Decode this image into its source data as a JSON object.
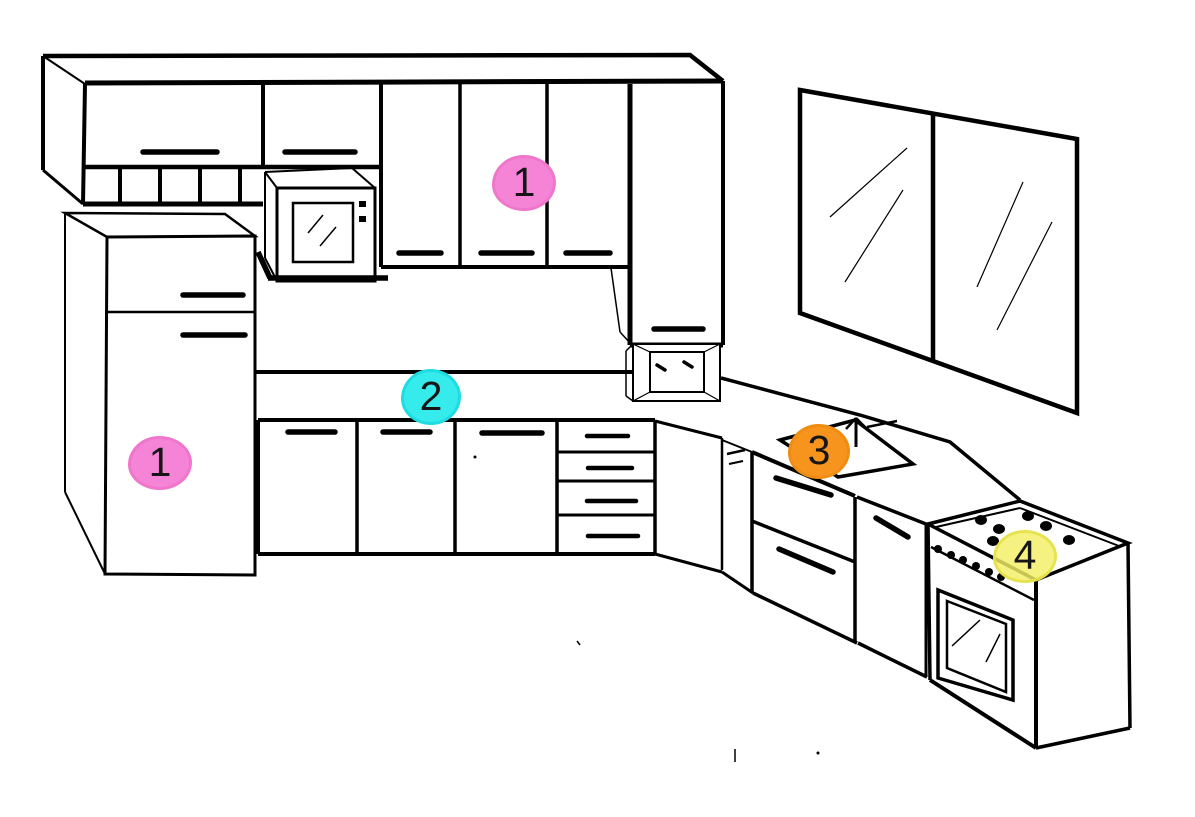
{
  "palette": {
    "line": "#000000",
    "background": "#ffffff",
    "pink": "#f584d6",
    "cyan": "#35ebec",
    "orange": "#f7941e",
    "yellow": "#f2ee67"
  },
  "markers": [
    {
      "label": "1",
      "style": "left:492px;top:155px;width:64px;height:56px;background:#f584d6;border-color:#ef76ca"
    },
    {
      "label": "1",
      "style": "left:128px;top:436px;width:64px;height:54px;background:#f584d6;border-color:#ef76ca"
    },
    {
      "label": "2",
      "style": "left:401px;top:369px;width:60px;height:56px;background:#35ebec;border-color:#1edde2"
    },
    {
      "label": "3",
      "style": "left:788px;top:424px;width:62px;height:55px;background:#f7941e;border-color:#ef8c12"
    },
    {
      "label": "4",
      "style": "left:993px;top:530px;width:64px;height:53px;background:rgba(243,239,103,0.82);border-color:rgba(230,226,74,0.9)"
    }
  ]
}
